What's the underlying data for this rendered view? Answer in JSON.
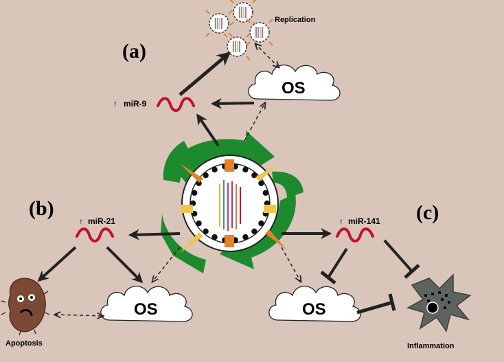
{
  "panels": {
    "a": "(a)",
    "b": "(b)",
    "c": "(c)"
  },
  "mirnas": {
    "a": "miR-9",
    "b": "miR-21",
    "c": "miR-141"
  },
  "up_arrow": "↑",
  "os_label": "OS",
  "outcomes": {
    "replication": "Replication",
    "apoptosis": "Apoptosis",
    "inflammation": "Inflammation"
  },
  "colors": {
    "background": "#d9c5b9",
    "ring_green": "#1e8a2e",
    "mirna_red": "#c4102a",
    "spike_orange": "#e0822a",
    "spike_yellow": "#efc64a",
    "apoptotic_cell": "#7a4a36",
    "inflammatory_cell": "#5e6360"
  }
}
